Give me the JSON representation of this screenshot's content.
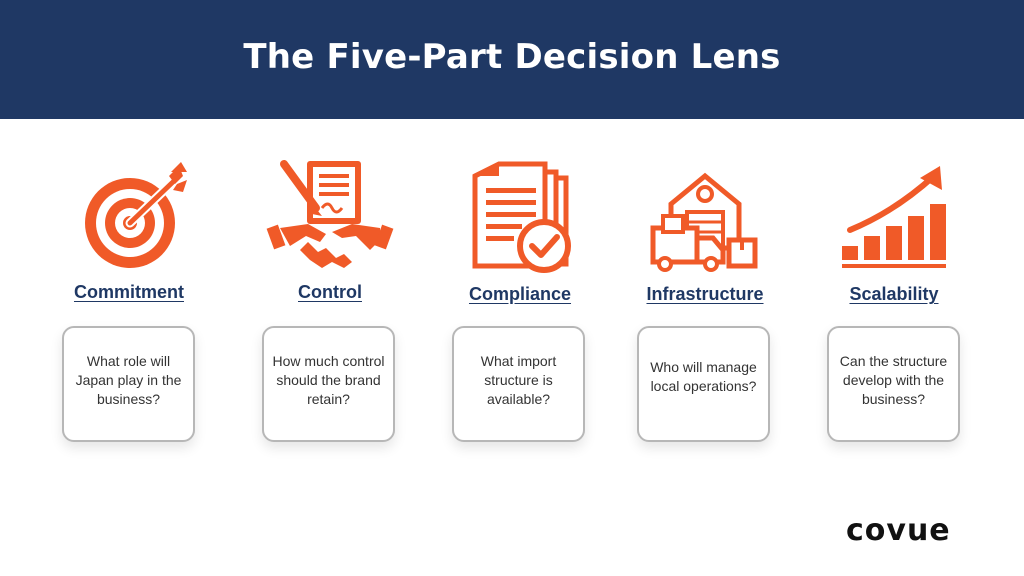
{
  "title": "The Five-Part Decision Lens",
  "accent_color": "#f05a28",
  "header_color": "#1f3864",
  "pillars": [
    {
      "label": "Commitment",
      "icon": "target-icon",
      "question": "What role will Japan play in the business?"
    },
    {
      "label": "Control",
      "icon": "contract-handshake-icon",
      "question": "How much control should the brand retain?"
    },
    {
      "label": "Compliance",
      "icon": "document-check-icon",
      "question": "What import structure is available?"
    },
    {
      "label": "Infrastructure",
      "icon": "warehouse-truck-icon",
      "question": "Who will manage local operations?"
    },
    {
      "label": "Scalability",
      "icon": "growth-chart-icon",
      "question": "Can the structure develop with the business?"
    }
  ],
  "brand": {
    "logo_text": "covue"
  }
}
